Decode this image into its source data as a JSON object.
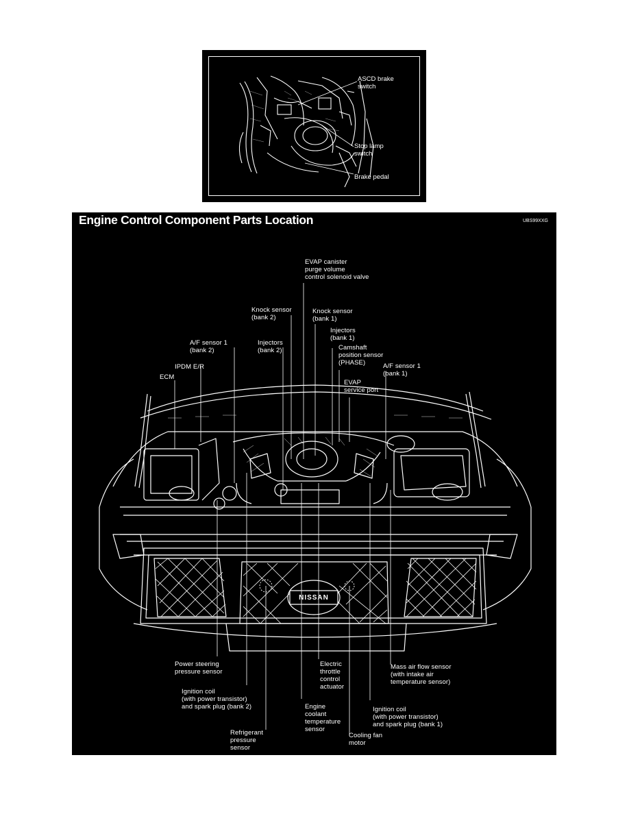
{
  "brake_figure": {
    "labels": {
      "ascd": "ASCD brake\nswitch",
      "stop_lamp": "Stop lamp\nswitch",
      "brake_pedal": "Brake pedal"
    }
  },
  "engine_figure": {
    "title": "Engine Control Component Parts Location",
    "code": "UBS99XXG",
    "labels": {
      "evap_canister": "EVAP canister\npurge volume\ncontrol solenoid valve",
      "knock_bank2": "Knock sensor\n(bank 2)",
      "knock_bank1": "Knock sensor\n(bank 1)",
      "injectors_bank1": "Injectors\n(bank 1)",
      "af_bank2": "A/F sensor 1\n(bank 2)",
      "injectors_bank2": "Injectors\n(bank 2)",
      "camshaft": "Camshaft\nposition sensor\n(PHASE)",
      "af_bank1": "A/F sensor 1\n(bank 1)",
      "ipdm": "IPDM E/R",
      "evap_port": "EVAP\nservice port",
      "ecm": "ECM",
      "power_steering": "Power steering\npressure sensor",
      "electric_throttle": "Electric\nthrottle\ncontrol\nactuator",
      "maf": "Mass air flow sensor\n(with intake air\ntemperature sensor)",
      "ign_bank2": "Ignition coil\n(with power transistor)\nand spark plug (bank 2)",
      "coolant": "Engine\ncoolant\ntemperature\nsensor",
      "ign_bank1": "Ignition coil\n(with power transistor)\nand spark plug (bank 1)",
      "refrigerant": "Refrigerant\npressure\nsensor",
      "cooling_fan": "Cooling fan\nmotor"
    },
    "grille_badge": "NISSAN"
  }
}
